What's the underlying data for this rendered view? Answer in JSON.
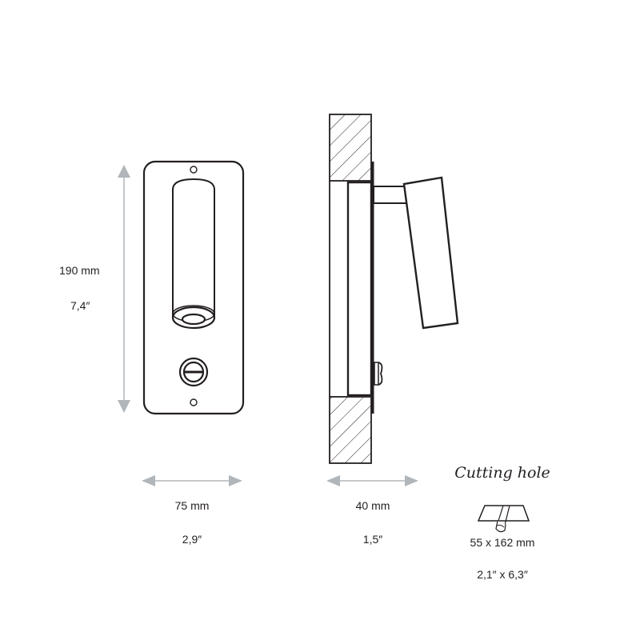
{
  "front_view": {
    "height_mm": "190 mm",
    "height_in": "7,4″",
    "width_mm": "75 mm",
    "width_in": "2,9″"
  },
  "side_view": {
    "depth_mm": "40 mm",
    "depth_in": "1,5″"
  },
  "cutting_hole": {
    "title": "Cutting hole",
    "size_mm": "55 x 162 mm",
    "size_in": "2,1″ x 6,3″"
  },
  "colors": {
    "line": "#231f20",
    "dimension_arrow": "#b1b6ba"
  }
}
